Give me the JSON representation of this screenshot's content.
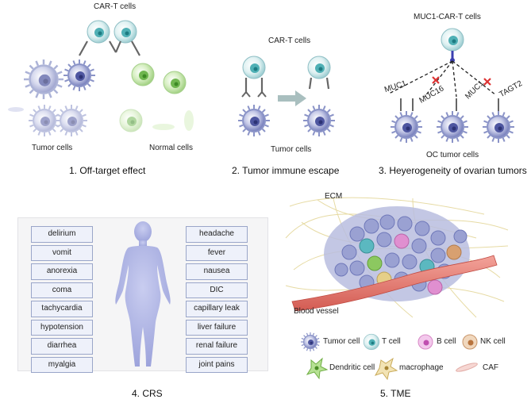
{
  "panel1": {
    "top_label": "CAR-T cells",
    "left_label": "Tumor cells",
    "right_label": "Normal cells",
    "caption": "1. Off-target effect"
  },
  "panel2": {
    "top_label": "CAR-T cells",
    "bottom_label": "Tumor cells",
    "caption": "2. Tumor immune escape"
  },
  "panel3": {
    "top_label": "MUC1-CAR-T cells",
    "antigens": [
      "MUC1",
      "MUC16",
      "MUC1",
      "TAGT2"
    ],
    "bottom_label": "OC tumor cells",
    "caption": "3. Heyerogeneity of ovarian tumors"
  },
  "panel4": {
    "left_symptoms": [
      "delirium",
      "vomit",
      "anorexia",
      "coma",
      "tachycardia",
      "hypotension",
      "diarrhea",
      "myalgia"
    ],
    "right_symptoms": [
      "headache",
      "fever",
      "nausea",
      "DIC",
      "capillary leak",
      "liver failure",
      "renal failure",
      "joint pains"
    ],
    "caption": "4. CRS"
  },
  "panel5": {
    "ecm_label": "ECM",
    "vessel_label": "Blood vessel",
    "legend": [
      {
        "label": "Tumor cell",
        "icon": "tumor-cell-icon",
        "color": "#8a93c7"
      },
      {
        "label": "T cell",
        "icon": "t-cell-icon",
        "color": "#5bb8c0"
      },
      {
        "label": "B cell",
        "icon": "b-cell-icon",
        "color": "#e08fd0"
      },
      {
        "label": "NK cell",
        "icon": "nk-cell-icon",
        "color": "#d8a070"
      },
      {
        "label": "Dendritic cell",
        "icon": "dendritic-cell-icon",
        "color": "#8cc860"
      },
      {
        "label": "macrophage",
        "icon": "macrophage-icon",
        "color": "#e6cf88"
      },
      {
        "label": "CAF",
        "icon": "caf-icon",
        "color": "#f0c4c0"
      }
    ],
    "caption": "5. TME"
  }
}
